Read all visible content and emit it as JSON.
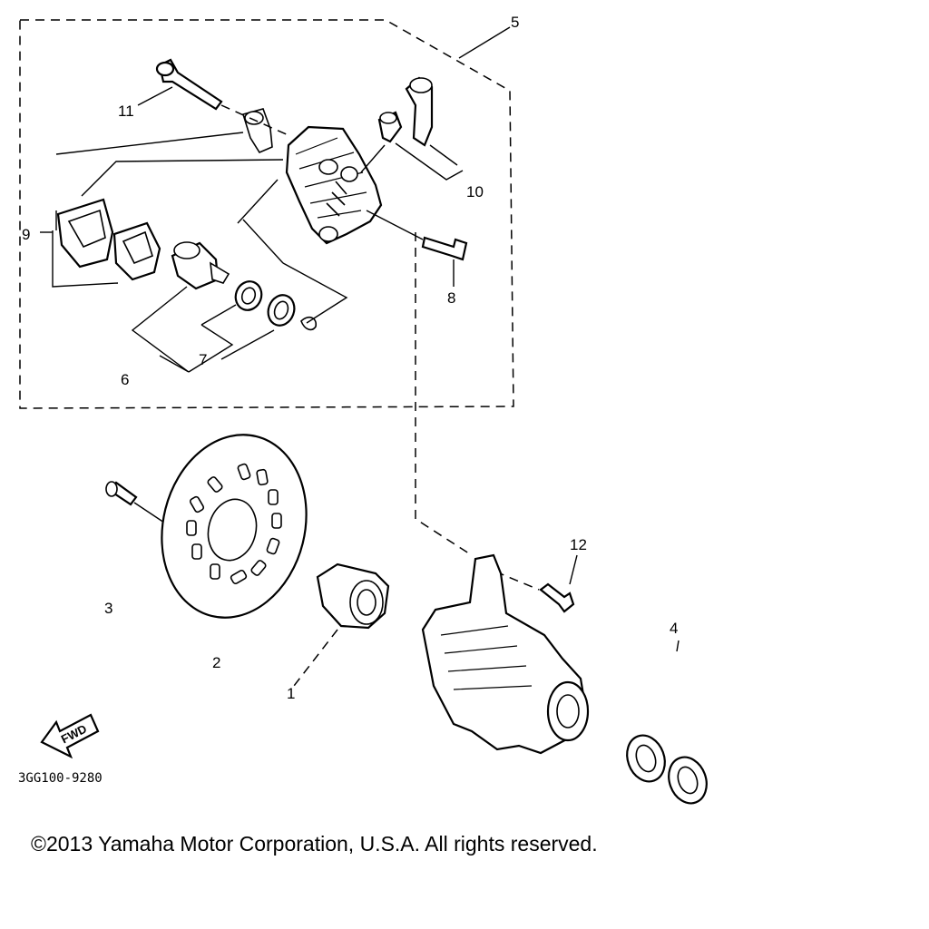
{
  "diagram": {
    "part_labels": {
      "p1": "1",
      "p2": "2",
      "p3": "3",
      "p4": "4",
      "p5": "5",
      "p6": "6",
      "p7": "7",
      "p8": "8",
      "p9": "9",
      "p10": "10",
      "p11": "11",
      "p12": "12"
    },
    "fwd": "FWD",
    "drawing_code": "3GG100-9280"
  },
  "footer": {
    "copyright": "©2013 Yamaha Motor Corporation, U.S.A. All rights reserved."
  }
}
